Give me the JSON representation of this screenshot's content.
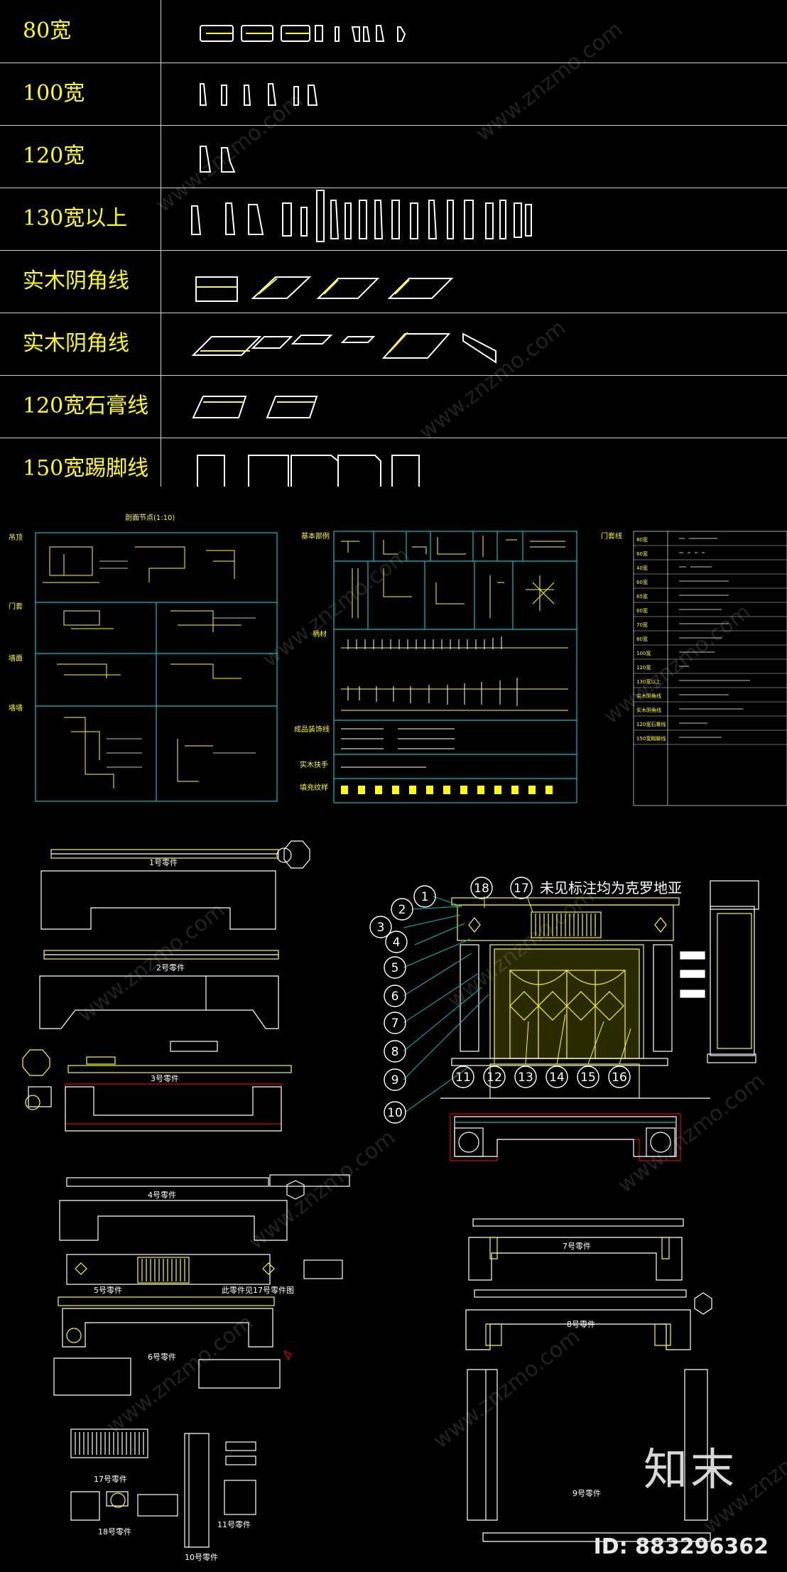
{
  "moulding_rows": [
    {
      "label": "80宽"
    },
    {
      "label": "100宽"
    },
    {
      "label": "120宽"
    },
    {
      "label": "130宽以上"
    },
    {
      "label": "实木阴角线"
    },
    {
      "label": "实木阴角线"
    },
    {
      "label": "120宽石膏线"
    },
    {
      "label": "150宽踢脚线"
    }
  ],
  "sheet_a": {
    "title": "剖面节点(1:10)",
    "side_labels": [
      "吊顶",
      "门套",
      "墙面",
      "墙墙"
    ]
  },
  "sheet_b": {
    "side_labels": [
      "基本部例",
      "柄材",
      "成品装饰线",
      "实木扶手",
      "填充纹样"
    ]
  },
  "sheet_c": {
    "title": "门套线",
    "rows": [
      "80宽",
      "60宽",
      "40宽",
      "60宽",
      "65宽",
      "60宽",
      "70宽",
      "80宽",
      "100宽",
      "120宽",
      "130宽以上",
      "实木阴角线",
      "实木阴角线",
      "120宽石膏线",
      "150宽踢脚线"
    ]
  },
  "parts": {
    "p1": "1号零件",
    "p2": "2号零件",
    "p3": "3号零件",
    "p4": "4号零件",
    "p5": "5号零件",
    "p5_note": "此零件见17号零件图",
    "p6": "6号零件",
    "p7": "7号零件",
    "p8": "8号零件",
    "p9": "9号零件",
    "p10": "10号零件",
    "p11": "11号零件",
    "p17": "17号零件",
    "p18": "18号零件"
  },
  "fireplace": {
    "note": "未见标注均为克罗地亚",
    "callouts": [
      "1",
      "2",
      "3",
      "4",
      "5",
      "6",
      "7",
      "8",
      "9",
      "10",
      "11",
      "12",
      "13",
      "14",
      "15",
      "16",
      "17",
      "18"
    ]
  },
  "watermark": {
    "text": "www.znzmo.com",
    "logo": "知末",
    "image_id": "ID: 883296362"
  },
  "colors": {
    "cad_yellow": "#ffff00",
    "cad_cyan": "#00c0c0",
    "cad_white": "#ffffff",
    "cad_red": "#e00000"
  }
}
